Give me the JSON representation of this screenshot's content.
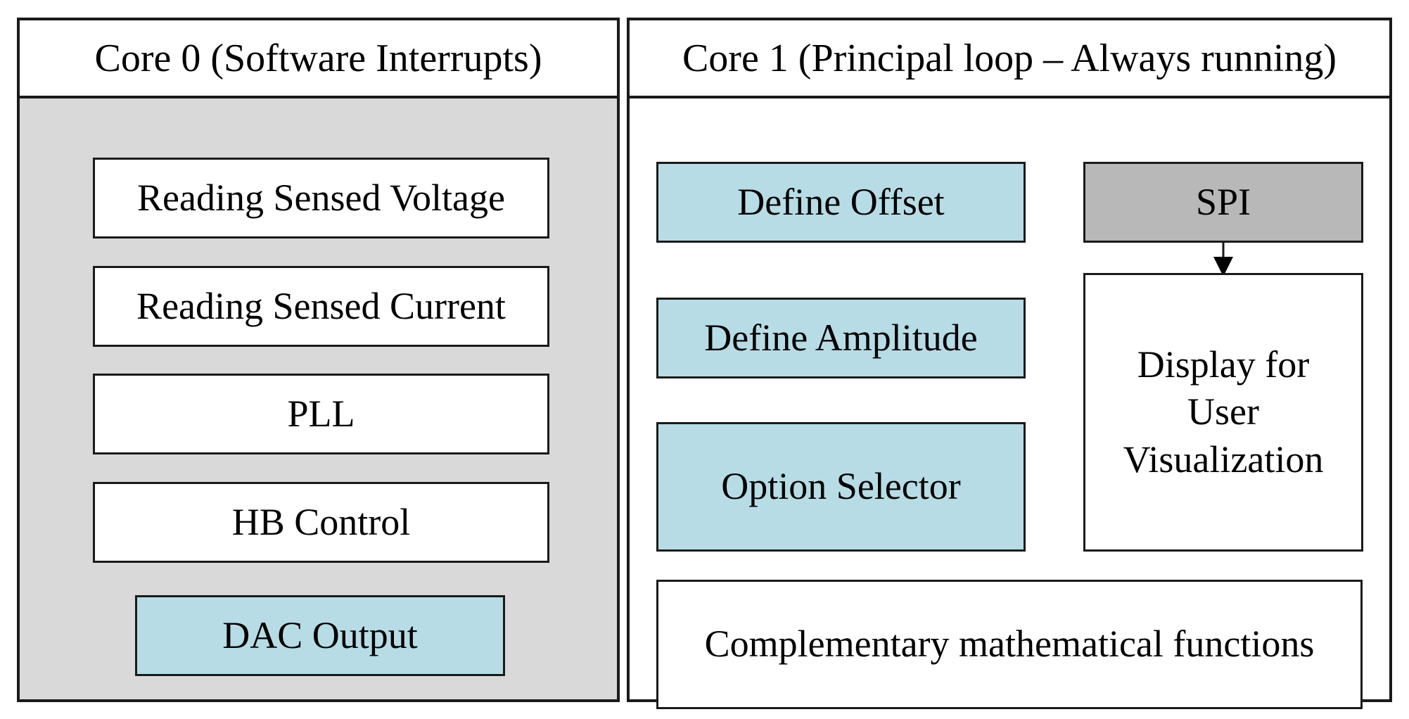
{
  "core0": {
    "title": "Core 0 (Software Interrupts)",
    "items": [
      {
        "label": "Reading Sensed Voltage"
      },
      {
        "label": "Reading Sensed Current"
      },
      {
        "label": "PLL"
      },
      {
        "label": "HB Control"
      },
      {
        "label": "DAC Output"
      }
    ]
  },
  "core1": {
    "title": "Core 1 (Principal loop – Always running)",
    "define_offset": "Define Offset",
    "define_amplitude": "Define Amplitude",
    "option_selector": "Option Selector",
    "spi": "SPI",
    "display_lines": [
      "Display for",
      "User",
      "Visualization"
    ],
    "math_functions": "Complementary mathematical functions"
  },
  "colors": {
    "panel_shaded": "#d9d9d9",
    "accent_blue": "#b7dce6",
    "spi_grey": "#b8b8b8"
  }
}
